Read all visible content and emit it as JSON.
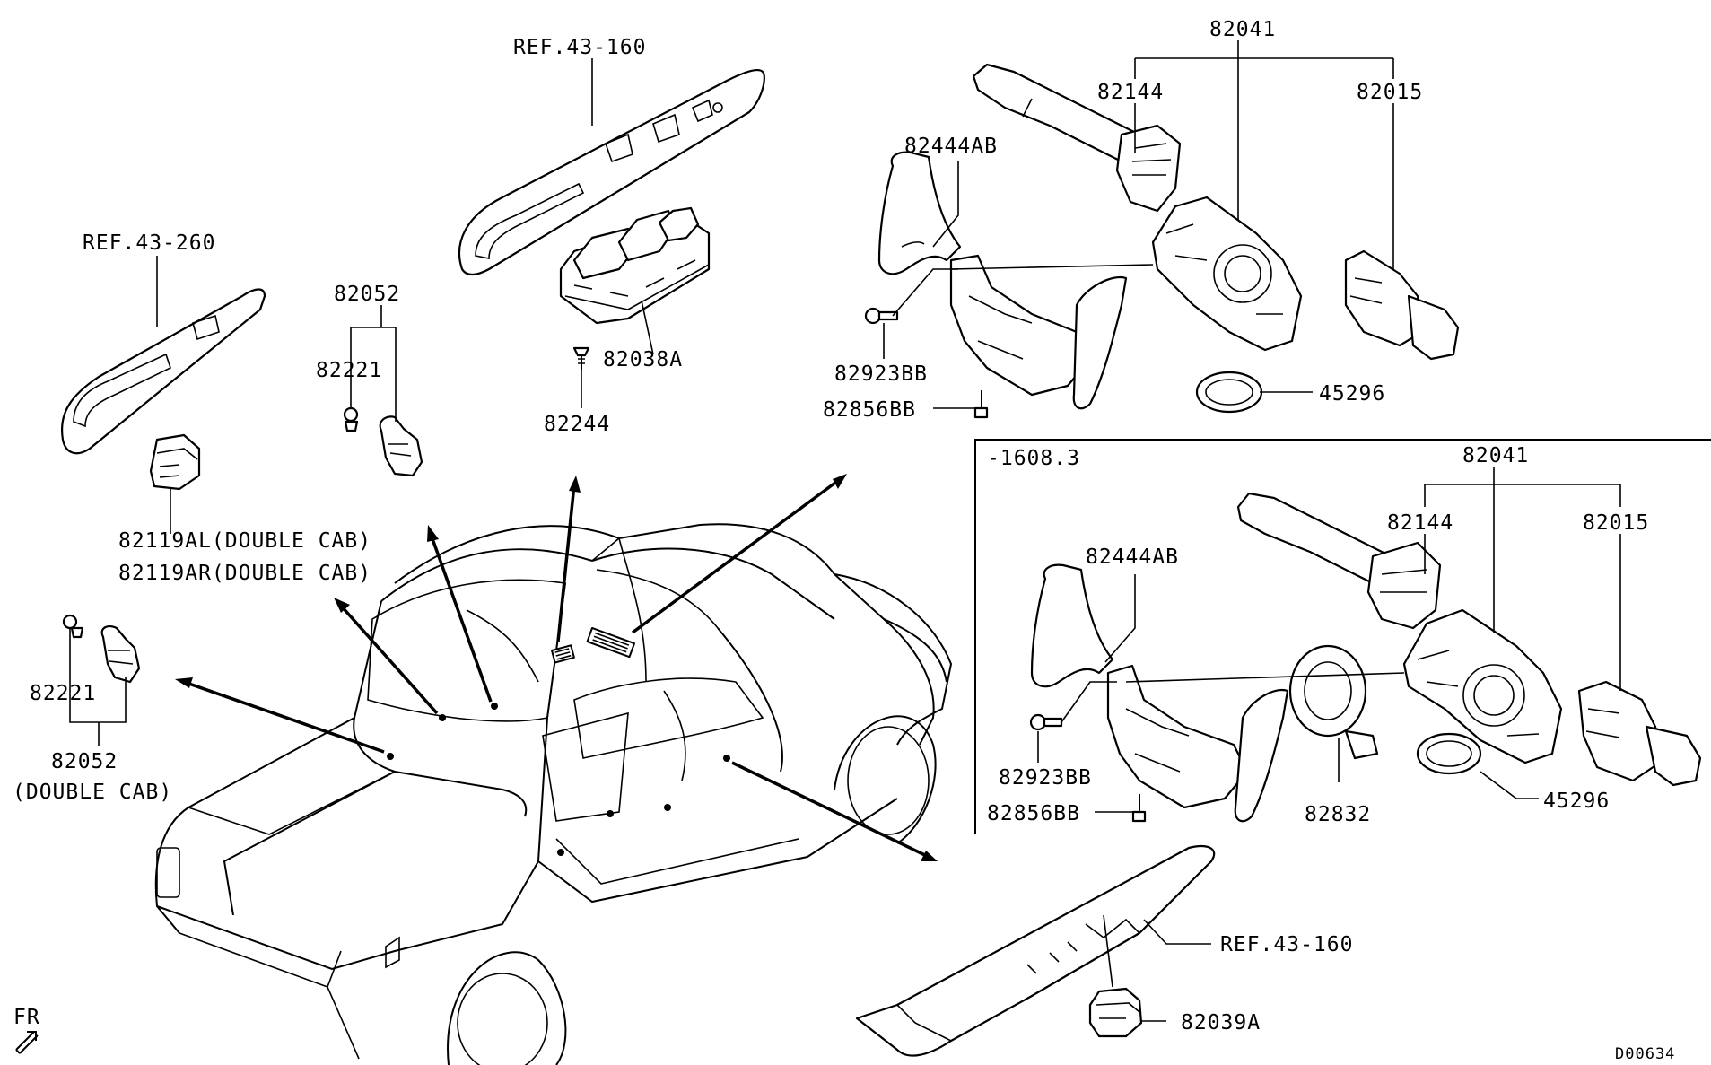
{
  "labels": {
    "ref_43_160_top": "REF.43-160",
    "ref_43_260": "REF.43-260",
    "ref_43_160_bottom": "REF.43-160",
    "p82052_upper": "82052",
    "p82221_upper": "82221",
    "p82119AL": "82119AL(DOUBLE CAB)",
    "p82119AR": "82119AR(DOUBLE CAB)",
    "p82221_lower": "82221",
    "p82052_lower": "82052",
    "double_cab": "(DOUBLE CAB)",
    "p82038A": "82038A",
    "p82244": "82244",
    "p82041_top": "82041",
    "p82144_top": "82144",
    "p82015_top": "82015",
    "p82444AB_top": "82444AB",
    "p82923BB_top": "82923BB",
    "p82856BB_top": "82856BB",
    "p45296_top": "45296",
    "variant_range": "-1608.3",
    "p82041_box": "82041",
    "p82144_box": "82144",
    "p82015_box": "82015",
    "p82444AB_box": "82444AB",
    "p82923BB_box": "82923BB",
    "p82856BB_box": "82856BB",
    "p82832": "82832",
    "p45296_box": "45296",
    "p82039A": "82039A",
    "fr": "FR",
    "diagram_code": "D00634"
  },
  "icons": {
    "front_arrow": "front-direction-arrow-icon"
  }
}
